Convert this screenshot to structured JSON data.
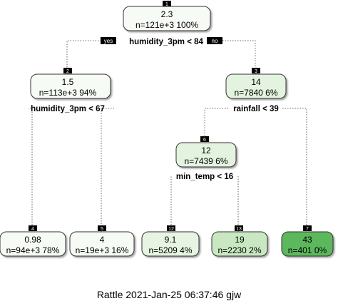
{
  "tree": {
    "yes_label": "yes",
    "no_label": "no",
    "nodes": {
      "root": {
        "value": "2.3",
        "n": "n=121e+3  100%",
        "fill": "#f7fbf5"
      },
      "left": {
        "value": "1.5",
        "n": "n=113e+3  94%",
        "fill": "#f7fbf5"
      },
      "right": {
        "value": "14",
        "n": "n=7840  6%",
        "fill": "#e4f3df"
      },
      "rightleft": {
        "value": "12",
        "n": "n=7439  6%",
        "fill": "#e4f3df"
      },
      "leaf1": {
        "value": "0.98",
        "n": "n=94e+3  78%",
        "fill": "#f7fbf5"
      },
      "leaf2": {
        "value": "4",
        "n": "n=19e+3  16%",
        "fill": "#f7fbf5"
      },
      "leaf3": {
        "value": "9.1",
        "n": "n=5209  4%",
        "fill": "#e6f4e1"
      },
      "leaf4": {
        "value": "19",
        "n": "n=2230  2%",
        "fill": "#c9e8c2"
      },
      "leaf5": {
        "value": "43",
        "n": "n=401  0%",
        "fill": "#5cb85c"
      }
    },
    "splits": {
      "root": "humidity_3pm < 84",
      "left": "humidity_3pm < 67",
      "right": "rainfall < 39",
      "rightleft": "min_temp < 16"
    },
    "node_ids": {
      "root": "1",
      "left": "2",
      "right": "3",
      "rightleft": "6",
      "leaf1": "4",
      "leaf2": "5",
      "leaf3": "12",
      "leaf4": "13",
      "leaf5": "7"
    }
  },
  "footer": "Rattle 2021-Jan-25 06:37:46 gjw"
}
